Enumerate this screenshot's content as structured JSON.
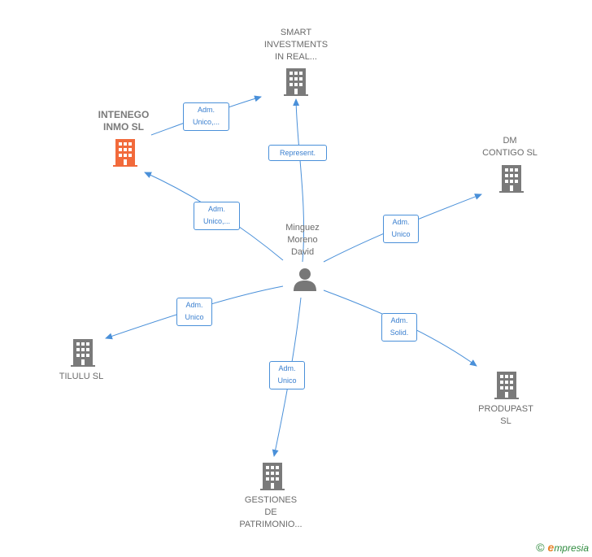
{
  "colors": {
    "edge": "#4a90d9",
    "company": "#7a7a7a",
    "highlight": "#f26a3b",
    "person": "#777777"
  },
  "person": {
    "lines": [
      "Minguez",
      "Moreno",
      "David"
    ],
    "icon": "person-icon"
  },
  "companies": {
    "smart": {
      "lines": [
        "SMART",
        "INVESTMENTS",
        "IN REAL..."
      ],
      "icon": "building-icon"
    },
    "intenego": {
      "lines": [
        "INTENEGO",
        "INMO  SL"
      ],
      "icon": "building-icon",
      "highlight": true
    },
    "dm": {
      "lines": [
        "DM",
        "CONTIGO  SL"
      ],
      "icon": "building-icon"
    },
    "tilulu": {
      "lines": [
        "TILULU  SL"
      ],
      "icon": "building-icon"
    },
    "produpast": {
      "lines": [
        "PRODUPAST",
        "SL"
      ],
      "icon": "building-icon"
    },
    "gestiones": {
      "lines": [
        "GESTIONES",
        "DE",
        "PATRIMONIO..."
      ],
      "icon": "building-icon"
    }
  },
  "relations": {
    "intenego_smart": [
      "Adm.",
      "Unico,..."
    ],
    "represent": [
      "Represent."
    ],
    "intenego": [
      "Adm.",
      "Unico,..."
    ],
    "dm": [
      "Adm.",
      "Unico"
    ],
    "tilulu": [
      "Adm.",
      "Unico"
    ],
    "produpast": [
      "Adm.",
      "Solid."
    ],
    "gestiones": [
      "Adm.",
      "Unico"
    ]
  },
  "watermark": {
    "copyright": "©",
    "brand_initial": "e",
    "brand_rest": "mpresia"
  }
}
